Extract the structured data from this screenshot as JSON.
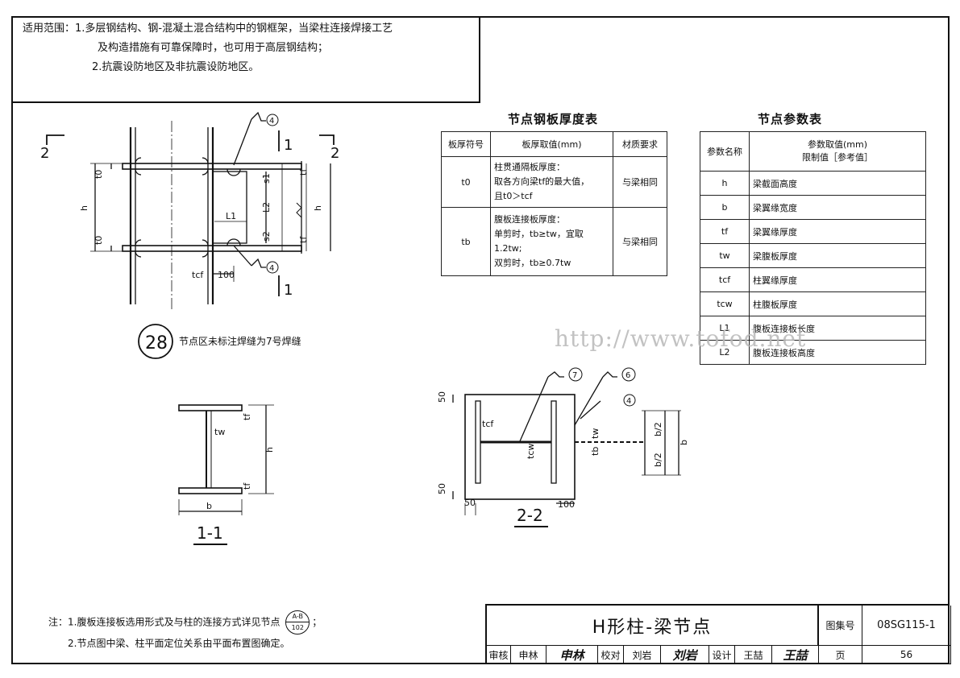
{
  "scope": {
    "label": "适用范围：",
    "line1": "1.多层钢结构、钢-混凝土混合结构中的钢框架，当梁柱连接焊接工艺",
    "line2": "及构造措施有可靠保障时，也可用于高层钢结构；",
    "line3": "2.抗震设防地区及非抗震设防地区。"
  },
  "thickness_table": {
    "title": "节点钢板厚度表",
    "headers": [
      "板厚符号",
      "板厚取值(mm)",
      "材质要求"
    ],
    "rows": [
      {
        "symbol": "t0",
        "lines": [
          "柱贯通隔板厚度：",
          "取各方向梁tf的最大值，",
          "且t0＞tcf"
        ],
        "material": "与梁相同"
      },
      {
        "symbol": "tb",
        "lines": [
          "腹板连接板厚度：",
          "单剪时，tb≥tw，宜取",
          "1.2tw;",
          "双剪时，tb≥0.7tw"
        ],
        "material": "与梁相同"
      }
    ]
  },
  "param_table": {
    "title": "节点参数表",
    "header_name": "参数名称",
    "header_value_1": "参数取值(mm)",
    "header_value_2": "限制值［参考值］",
    "rows": [
      {
        "name": "h",
        "desc": "梁截面高度"
      },
      {
        "name": "b",
        "desc": "梁翼缘宽度"
      },
      {
        "name": "tf",
        "desc": "梁翼缘厚度"
      },
      {
        "name": "tw",
        "desc": "梁腹板厚度"
      },
      {
        "name": "tcf",
        "desc": "柱翼缘厚度"
      },
      {
        "name": "tcw",
        "desc": "柱腹板厚度"
      },
      {
        "name": "L1",
        "desc": "腹板连接板长度"
      },
      {
        "name": "L2",
        "desc": "腹板连接板高度"
      }
    ]
  },
  "watermark": "http://www.tofod.net",
  "elevation": {
    "section_left": "2",
    "section_right": "2",
    "section_top": "1",
    "section_bottom": "1",
    "weld_top": "4",
    "weld_bottom": "4",
    "t0_top": "t0",
    "t0_bottom": "t0",
    "tf_top": "tf",
    "tf_bottom": "tf",
    "h_left": "h",
    "h_right": "h",
    "s1": "s1",
    "s2": "s2",
    "L2": "L2",
    "L1": "L1",
    "tcf": "tcf",
    "dim_100": "100"
  },
  "node": {
    "number": "28",
    "text": "节点区未标注焊缝为7号焊缝"
  },
  "section11": {
    "label": "1-1",
    "tf_top": "tf",
    "tf_bottom": "tf",
    "tw": "tw",
    "h": "h",
    "b": "b"
  },
  "section22": {
    "label": "2-2",
    "weld_7": "7",
    "weld_6": "6",
    "weld_4": "4",
    "dim_50_top": "50",
    "dim_50_bottom": "50",
    "dim_50_left": "50",
    "dim_100": "100",
    "tcf": "tcf",
    "tcw": "tcw",
    "tb": "tb",
    "tw": "tw",
    "b_half_1": "b/2",
    "b_half_2": "b/2",
    "b": "b"
  },
  "notes": {
    "prefix": "注：",
    "line1": "1.腹板连接板选用形式及与柱的连接方式详见节点",
    "ref_top": "A-B",
    "ref_bottom": "102",
    "line1_end": "；",
    "line2": "2.节点图中梁、柱平面定位关系由平面布置图确定。"
  },
  "title_block": {
    "title": "H形柱-梁节点",
    "atlas_label": "图集号",
    "atlas_no": "08SG115-1",
    "review_label": "审核",
    "reviewer": "申林",
    "reviewer_sign": "申林",
    "check_label": "校对",
    "checker": "刘岩",
    "checker_sign": "刘岩",
    "design_label": "设计",
    "designer": "王喆",
    "designer_sign": "王喆",
    "page_label": "页",
    "page_no": "56"
  }
}
